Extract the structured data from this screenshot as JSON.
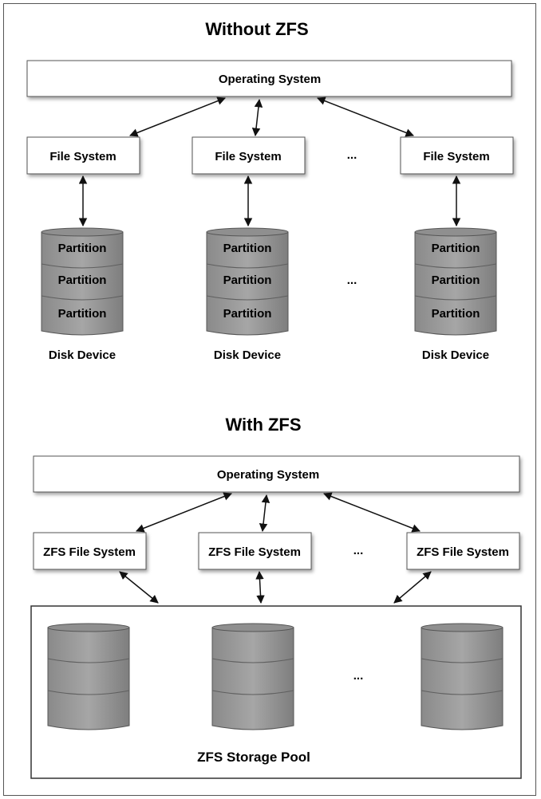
{
  "without": {
    "title": "Without ZFS",
    "os_label": "Operating System",
    "fs_label": "File System",
    "ellipsis": "...",
    "partition_label": "Partition",
    "disk_label": "Disk Device"
  },
  "with": {
    "title": "With ZFS",
    "os_label": "Operating System",
    "zfs_fs_label": "ZFS File System",
    "ellipsis": "...",
    "pool_label": "ZFS Storage Pool"
  },
  "colors": {
    "box_fill": "#ffffff",
    "box_stroke": "#555555",
    "disk_fill": "#9a9a9a",
    "disk_band": "#7d7d7d",
    "arrow": "#111111"
  }
}
